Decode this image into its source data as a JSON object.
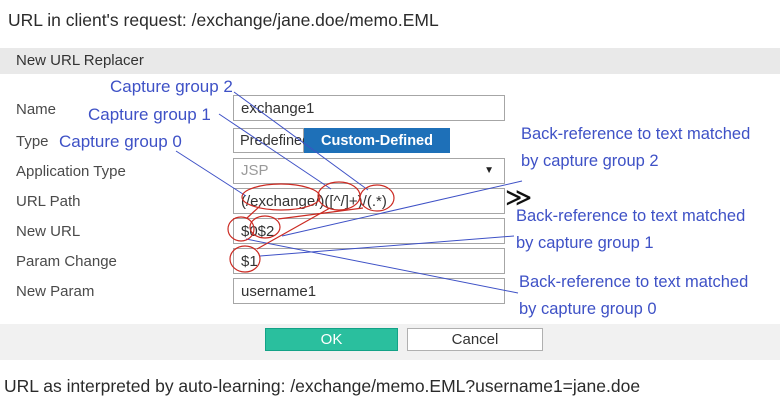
{
  "colors": {
    "accent_blue": "#1e70b8",
    "ok_green": "#2abf9e",
    "annotation_blue": "#3e51c6",
    "annotation_red": "#cb2a22",
    "header_gray": "#e9e9e9",
    "footer_gray": "#f1f1f1"
  },
  "page": {
    "top_line": "URL in client's request: /exchange/jane.doe/memo.EML",
    "bottom_line": "URL as interpreted by auto-learning: /exchange/memo.EML?username1=jane.doe"
  },
  "dialog": {
    "title": "New URL Replacer",
    "fields": {
      "name": {
        "label": "Name",
        "value": "exchange1"
      },
      "type": {
        "label": "Type",
        "options": [
          "Predefined",
          "Custom-Defined"
        ],
        "selected": "Custom-Defined"
      },
      "application_type": {
        "label": "Application Type",
        "value": "JSP"
      },
      "url_path": {
        "label": "URL Path",
        "value": "(/exchange/)([^/]+)/(.*)"
      },
      "new_url": {
        "label": "New URL",
        "value": "$0$2"
      },
      "param_change": {
        "label": "Param Change",
        "value": "$1"
      },
      "new_param": {
        "label": "New Param",
        "value": "username1"
      }
    },
    "buttons": {
      "ok": "OK",
      "cancel": "Cancel"
    }
  },
  "annotations": {
    "capture_group_2": "Capture group 2",
    "capture_group_1": "Capture group 1",
    "capture_group_0": "Capture group 0",
    "backref_2": {
      "line1": "Back-reference to text matched",
      "line2": "by capture group 2"
    },
    "backref_1": {
      "line1": "Back-reference to text matched",
      "line2": "by capture group 1"
    },
    "backref_0": {
      "line1": "Back-reference to text matched",
      "line2": "by capture group 0"
    }
  },
  "icons": {
    "dropdown_arrow": "▼",
    "double_chevron": "≫"
  }
}
